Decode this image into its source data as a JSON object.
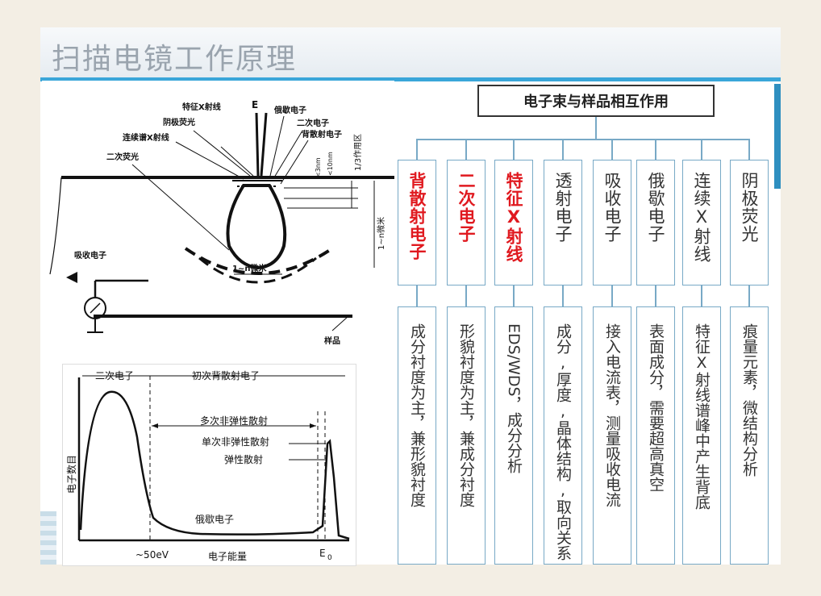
{
  "slide": {
    "title": "扫描电镜工作原理"
  },
  "diagram_top": {
    "labels": {
      "characteristic_xray": "特征X射线",
      "e": "E",
      "auger": "俄歇电子",
      "cathodo": "阴极荧光",
      "secondary": "二次电子",
      "continuous_xray": "连续谱X射线",
      "backscatter": "背散射电子",
      "secondary_fluor": "二次荧光",
      "d1": "<3nm",
      "d2": "<10nm",
      "zone": "1/3作用区",
      "depth": "1~n微米",
      "width": "1~n微米",
      "absorbed": "吸收电子",
      "sample": "样品"
    }
  },
  "spectrum": {
    "region_secondary": "二次电子",
    "region_backscatter": "初次背散射电子",
    "multi_inelastic": "多次非弹性散射",
    "single_inelastic": "单次非弹性散射",
    "elastic": "弹性散射",
    "auger": "俄歇电子",
    "ylabel": "电子数目",
    "xlabel": "电子能量",
    "x_tick_low": "~50eV",
    "x_tick_high": "E",
    "x_tick_high_sub": "0"
  },
  "header": {
    "label": "电子束与样品相互作用"
  },
  "categories": [
    {
      "name": "背散射电子",
      "desc": "成分衬度为主，兼形貌衬度",
      "highlight": true
    },
    {
      "name": "二次电子",
      "desc": "形貌衬度为主，兼成分衬度",
      "highlight": true
    },
    {
      "name": "特征X射线",
      "desc": "EDS/WDS，成分分析",
      "highlight": true
    },
    {
      "name": "透射电子",
      "desc": "成分,厚度,晶体结构,取向关系",
      "highlight": false
    },
    {
      "name": "吸收电子",
      "desc": "接入电流表，测量吸收电流",
      "highlight": false
    },
    {
      "name": "俄歇电子",
      "desc": "表面成分，需要超高真空",
      "highlight": false
    },
    {
      "name": "连续X射线",
      "desc": "特征X射线谱峰中产生背底",
      "highlight": false
    },
    {
      "name": "阴极荧光",
      "desc": "痕量元素，微结构分析",
      "highlight": false
    }
  ],
  "colors": {
    "highlight": "#e0191f",
    "border": "#78a9c6",
    "title_rule": "#3aa6d9"
  }
}
